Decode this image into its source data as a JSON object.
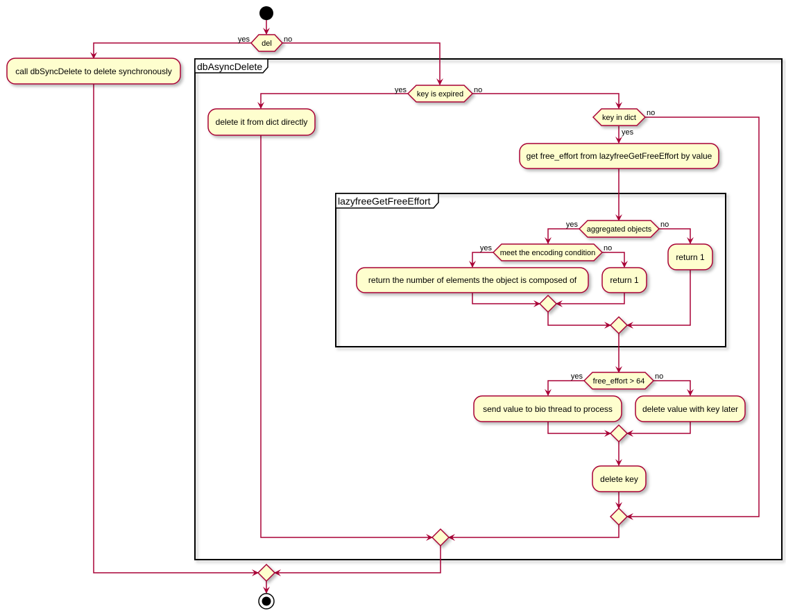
{
  "colors": {
    "node_fill": "#FEFECE",
    "line": "#A80036",
    "frame": "#000000",
    "start_end": "#000000"
  },
  "partitions": {
    "outer": "dbAsyncDelete",
    "inner": "lazyfreeGetFreeEffort"
  },
  "decisions": {
    "del": "del",
    "key_is_expired": "key is expired",
    "key_in_dict": "key in dict",
    "aggregated_objects": "aggregated objects",
    "meet_encoding": "meet the encoding condition",
    "free_effort_gt": "free_effort > 64"
  },
  "activities": {
    "sync_delete": "call dbSyncDelete to delete synchronously",
    "delete_from_dict": "delete it from dict directly",
    "get_free_effort": "get free_effort from lazyfreeGetFreeEffort by value",
    "return_num_elements": "return the number of elements the object is composed of",
    "return_1_inner": "return 1",
    "return_1_outer": "return 1",
    "send_to_bio": "send value to bio thread to process",
    "delete_later": "delete value with key later",
    "delete_key": "delete key"
  },
  "branch_labels": {
    "yes": "yes",
    "no": "no"
  }
}
